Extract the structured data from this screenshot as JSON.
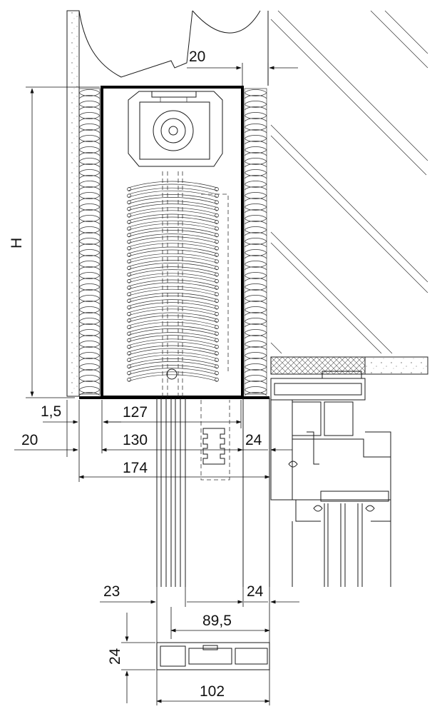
{
  "dimensions": {
    "height_label": "H",
    "top_gap": "20",
    "reveal": "1,5",
    "inner_width": "127",
    "wall_offset": "20",
    "box_width": "130",
    "right_wall": "24",
    "overall_width": "174",
    "guide_left": "23",
    "guide_right": "24",
    "guide_span": "89,5",
    "profile_height": "24",
    "profile_width": "102"
  }
}
